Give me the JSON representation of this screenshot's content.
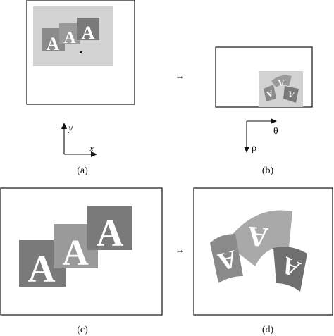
{
  "colors": {
    "frame": "#111111",
    "light_region": "#d2d2d2",
    "square_dark": "#7a7a7a",
    "square_mid": "#9a9a9a",
    "warp_light": "#a9a9a9",
    "warp_dark": "#6f6f6f",
    "letter": "#ffffff"
  },
  "panel_labels": {
    "a": "(a)",
    "b": "(b)",
    "c": "(c)",
    "d": "(d)"
  },
  "equivalence_symbol": "⇔",
  "letter": "A",
  "axes_cartesian": {
    "x": "x",
    "y": "y"
  },
  "axes_polar": {
    "theta": "θ",
    "rho": "ρ"
  }
}
